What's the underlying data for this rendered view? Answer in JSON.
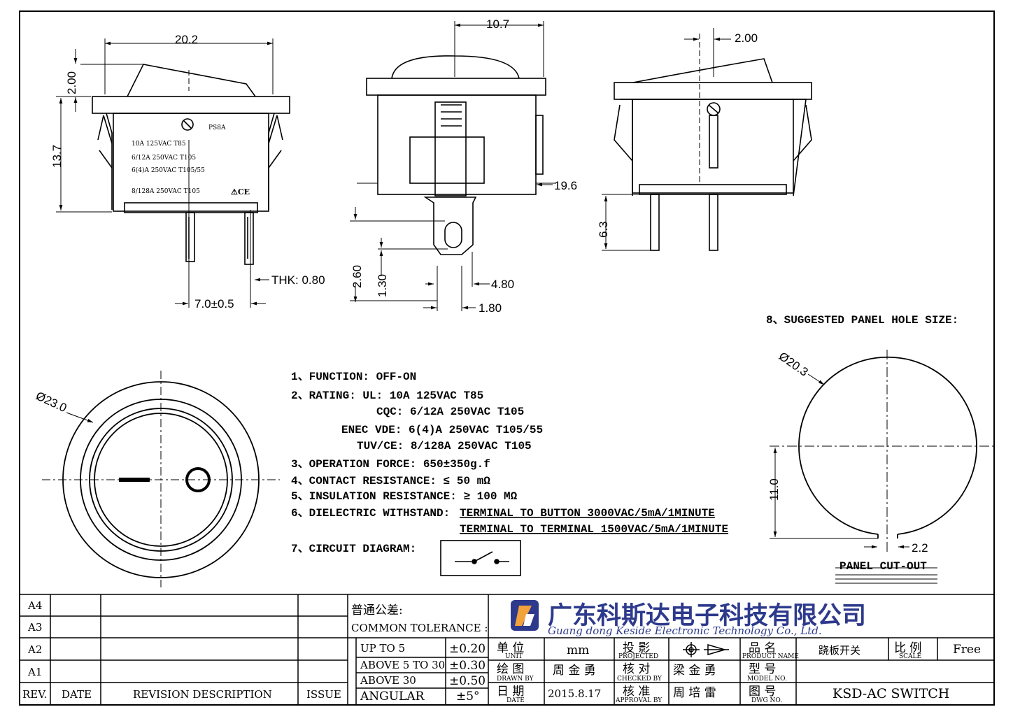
{
  "front_view": {
    "dim_width": "20.2",
    "dim_rocker_height": "2.00",
    "dim_height": "13.7",
    "dim_thickness": "THK: 0.80",
    "dim_pitch": "7.0±0.5",
    "label_ps": "PS8A",
    "label_lines": [
      "10A 125VAC T85",
      "6/12A 250VAC  T105",
      "6(4)A 250VAC T105/55",
      "8/128A 250VAC T105"
    ]
  },
  "side_view": {
    "dim_top": "10.7",
    "dim_depth": "19.6",
    "dim_260": "2.60",
    "dim_130": "1.30",
    "dim_480": "4.80",
    "dim_180": "1.80"
  },
  "right_view": {
    "dim_top": "2.00",
    "dim_pin": "6.3"
  },
  "round_view": {
    "dim_diameter": "Ø23.0"
  },
  "panel": {
    "title": "8、SUGGESTED PANEL HOLE SIZE:",
    "dim_diameter": "Ø20.3",
    "dim_height": "11.0",
    "dim_notch": "2.2",
    "caption": "PANEL CUT-OUT"
  },
  "notes": {
    "n1": "1、FUNCTION:   OFF-ON",
    "n2a": "2、RATING:     UL: 10A 125VAC T85",
    "n2b": "CQC: 6/12A 250VAC T105",
    "n2c": "ENEC VDE: 6(4)A 250VAC  T105/55",
    "n2d": "TUV/CE: 8/128A  250VAC   T105",
    "n3": "3、OPERATION FORCE: 650±350g.f",
    "n4": "4、CONTACT RESISTANCE: ≤ 50 mΩ",
    "n5": "5、INSULATION RESISTANCE: ≥ 100 MΩ",
    "n6": "6、DIELECTRIC WITHSTAND:",
    "n6a": "TERMINAL TO BUTTON 3000VAC/5mA/1MINUTE",
    "n6b": "TERMINAL TO TERMINAL 1500VAC/5mA/1MINUTE",
    "n7": "7、CIRCUIT DIAGRAM:"
  },
  "title_block": {
    "rev_rows": [
      "A4",
      "A3",
      "A2",
      "A1"
    ],
    "rev_header": {
      "rev": "REV.",
      "date": "DATE",
      "desc": "REVISION DESCRIPTION",
      "issue": "ISSUE"
    },
    "tol_title_cn": "普通公差:",
    "tol_title_en": "COMMON TOLERANCE :",
    "tolerances": [
      {
        "range": "UP TO 5",
        "value": "±0.20"
      },
      {
        "range": "ABOVE 5 TO 30",
        "value": "±0.30"
      },
      {
        "range": "ABOVE 30",
        "value": "±0.50"
      },
      {
        "range": "ANGULAR",
        "value": "±5°"
      }
    ],
    "company_cn": "广东科斯达电子科技有限公司",
    "company_en": "Guang dong Keside  Electronic Technology Co., Ltd.",
    "unit_cn": "单 位",
    "unit_en": "UNIT",
    "unit_value": "mm",
    "projected_cn": "投 影",
    "projected_en": "PROJECTED",
    "product_cn": "品 名",
    "product_en": "PRODUCT NAME",
    "product_value": "跷板开关",
    "scale_cn": "比 例",
    "scale_en": "SCALE",
    "scale_value": "Free",
    "drawn_cn": "绘 图",
    "drawn_en": "DRAWN BY",
    "drawn_value": "周 金 勇",
    "checked_cn": "核 对",
    "checked_en": "CHECKED BY",
    "checked_value": "梁 金 勇",
    "model_cn": "型 号",
    "model_en": "MODEL NO.",
    "date_cn": "日 期",
    "date_en": "DATE",
    "date_value": "2015.8.17",
    "approval_cn": "核 准",
    "approval_en": "APPROVAL BY",
    "approval_value": "周 培 雷",
    "dwg_cn": "图 号",
    "dwg_en": "DWG NO.",
    "dwg_value": "KSD-AC SWITCH"
  }
}
